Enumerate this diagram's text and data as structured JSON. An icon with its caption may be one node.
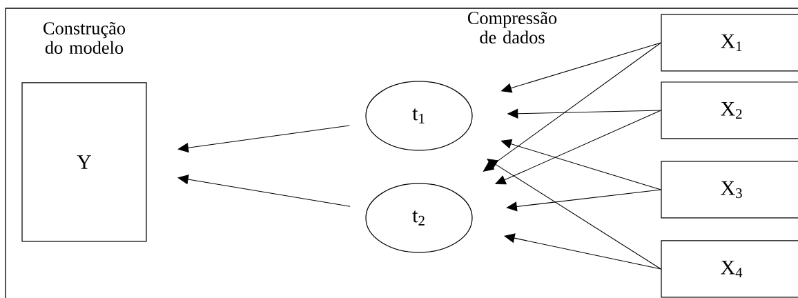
{
  "diagram": {
    "nodes": [
      {
        "text": [
          "Y"
        ]
      },
      {
        "text": [
          "t$_{1}$"
        ]
      },
      {
        "text": [
          "t$_{2}$"
        ]
      },
      {
        "text": [
          "X$_{1}$"
        ]
      },
      {
        "text": [
          "X$_{2}$"
        ]
      },
      {
        "text": [
          "X$_{3}$"
        ]
      },
      {
        "text": [
          "X$_{4}$"
        ]
      }
    ],
    "edges": [
      {
        "from": 1,
        "to": 0,
        "arrow": "to"
      },
      {
        "from": 2,
        "to": 0,
        "arrow": "to"
      },
      {
        "from": 3,
        "to": 1,
        "arrow": "to"
      },
      {
        "from": 3,
        "to": 2,
        "arrow": "to"
      },
      {
        "from": 4,
        "to": 1,
        "arrow": "to"
      },
      {
        "from": 4,
        "to": 2,
        "arrow": "to"
      },
      {
        "from": 5,
        "to": 1,
        "arrow": "to"
      },
      {
        "from": 5,
        "to": 2,
        "arrow": "to"
      },
      {
        "from": 6,
        "to": 1,
        "arrow": "to"
      },
      {
        "from": 6,
        "to": 2,
        "arrow": "to"
      }
    ],
    "labels": [
      "Construção do modelo",
      "Compressão de dados"
    ]
  }
}
